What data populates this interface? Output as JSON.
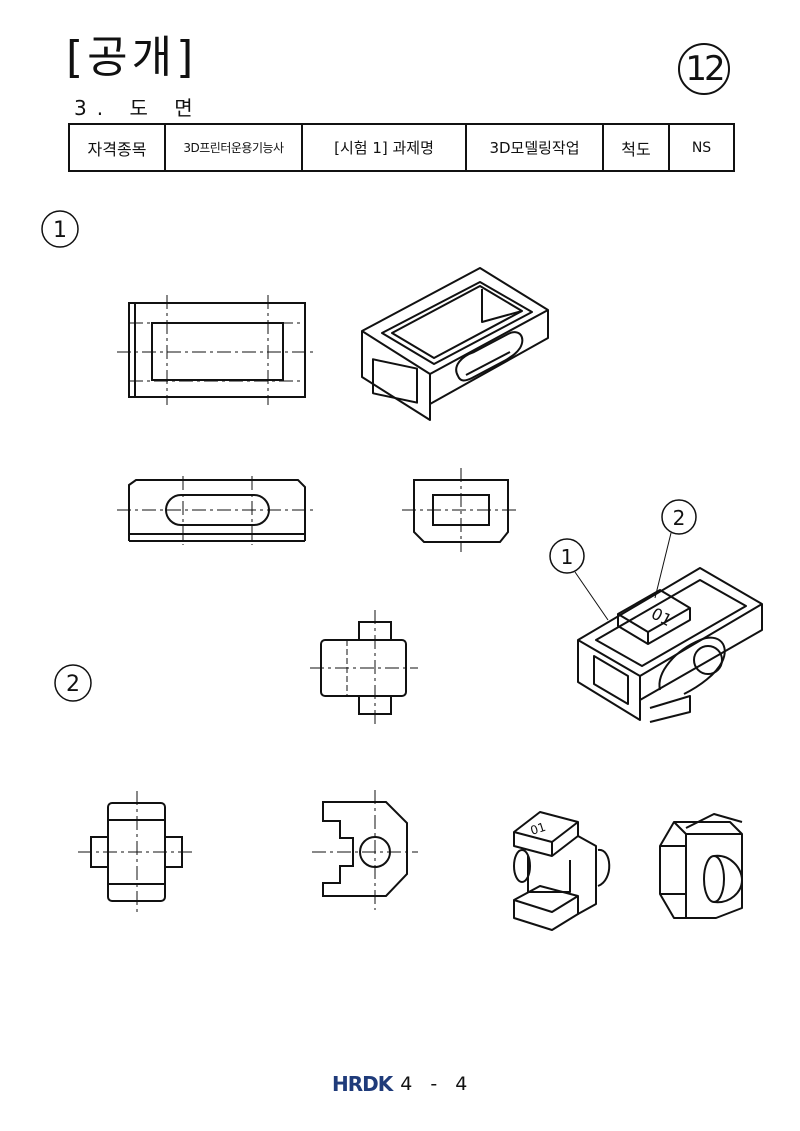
{
  "header": {
    "title": "[공개]",
    "subtitle": "3. 도 면",
    "page_number": "12"
  },
  "info_table": {
    "label_1": "자격종목",
    "value_1": "3D프린터운용기능사",
    "label_2": "[시험 1] 과제명",
    "value_2": "3D모델링작업",
    "label_3": "척도",
    "value_3": "NS"
  },
  "drawing": {
    "part_1_marker": "1",
    "part_2_marker": "2",
    "callout_1": "1",
    "callout_2": "2",
    "engraving_text": "01"
  },
  "footer": {
    "logo": "HRDK",
    "page": "4 - 4"
  },
  "colors": {
    "line": "#111111",
    "logo": "#1f3b7a"
  }
}
